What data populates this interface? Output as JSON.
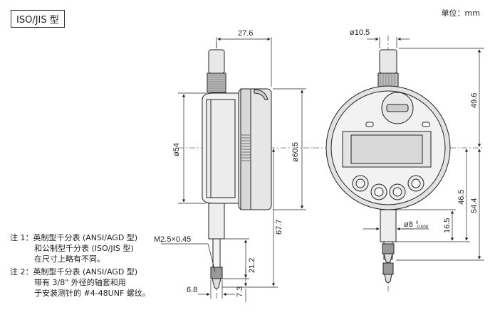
{
  "header": {
    "type_label": "ISO/JIS 型",
    "unit_label": "单位：mm"
  },
  "dimensions": {
    "side": {
      "width_276": "27.6",
      "dia_54": "ø54",
      "dia_605": "ø60.5",
      "len_677": "67.7",
      "len_212": "21.2",
      "len_73": "7.3",
      "len_68": "6.8",
      "thread": "M2.5×0.45"
    },
    "front": {
      "dia_105": "ø10.5",
      "len_496": "49.6",
      "len_465": "46.5",
      "len_544": "54.4",
      "len_165": "16.5",
      "dia_8": "ø8",
      "dia_8_tol_upper": "0",
      "dia_8_tol_lower": "-0.009"
    }
  },
  "notes": [
    "注 1：英制型千分表 (ANSI/AGD 型)",
    "和公制型千分表 (ISO/JIS 型)",
    "在尺寸上略有不同。",
    "注 2：英制型千分表 (ANSI/AGD 型)",
    "带有 3/8\" 外径的轴套和用",
    "于安装测针的 #4-48UNF 螺纹。"
  ],
  "colors": {
    "line": "#222222",
    "body_fill": "#f2f2f2",
    "bezel_fill": "#e2e2e2",
    "screen_fill": "#d8d8d8"
  }
}
